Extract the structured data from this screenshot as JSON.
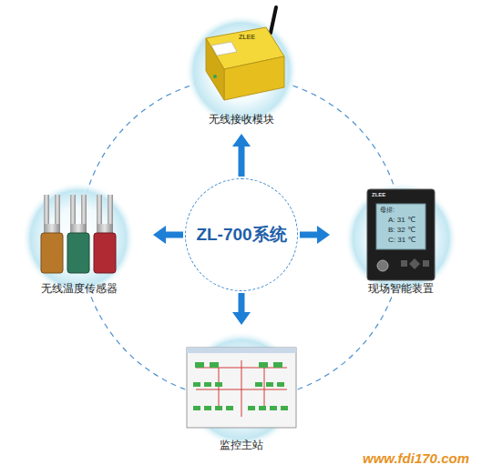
{
  "diagram": {
    "nodes": [
      {
        "text": [
          "无线接收模块"
        ]
      },
      {
        "text": [
          "无线温度传感器"
        ]
      },
      {
        "text": [
          "ZL-700系统"
        ]
      },
      {
        "text": [
          "现场智能装置"
        ]
      },
      {
        "text": [
          "监控主站"
        ]
      }
    ],
    "edges": [
      {
        "from": 2,
        "to": 0,
        "arrow": "to"
      },
      {
        "from": 2,
        "to": 1,
        "arrow": "to"
      },
      {
        "from": 2,
        "to": 3,
        "arrow": "to"
      },
      {
        "from": 2,
        "to": 4,
        "arrow": "to"
      }
    ],
    "labels": [
      "ZLEE",
      "ZLEE",
      "母排:",
      "A: 31 ℃",
      "B: 32 ℃",
      "C: 31 ℃",
      "www.fdi170.com"
    ]
  }
}
